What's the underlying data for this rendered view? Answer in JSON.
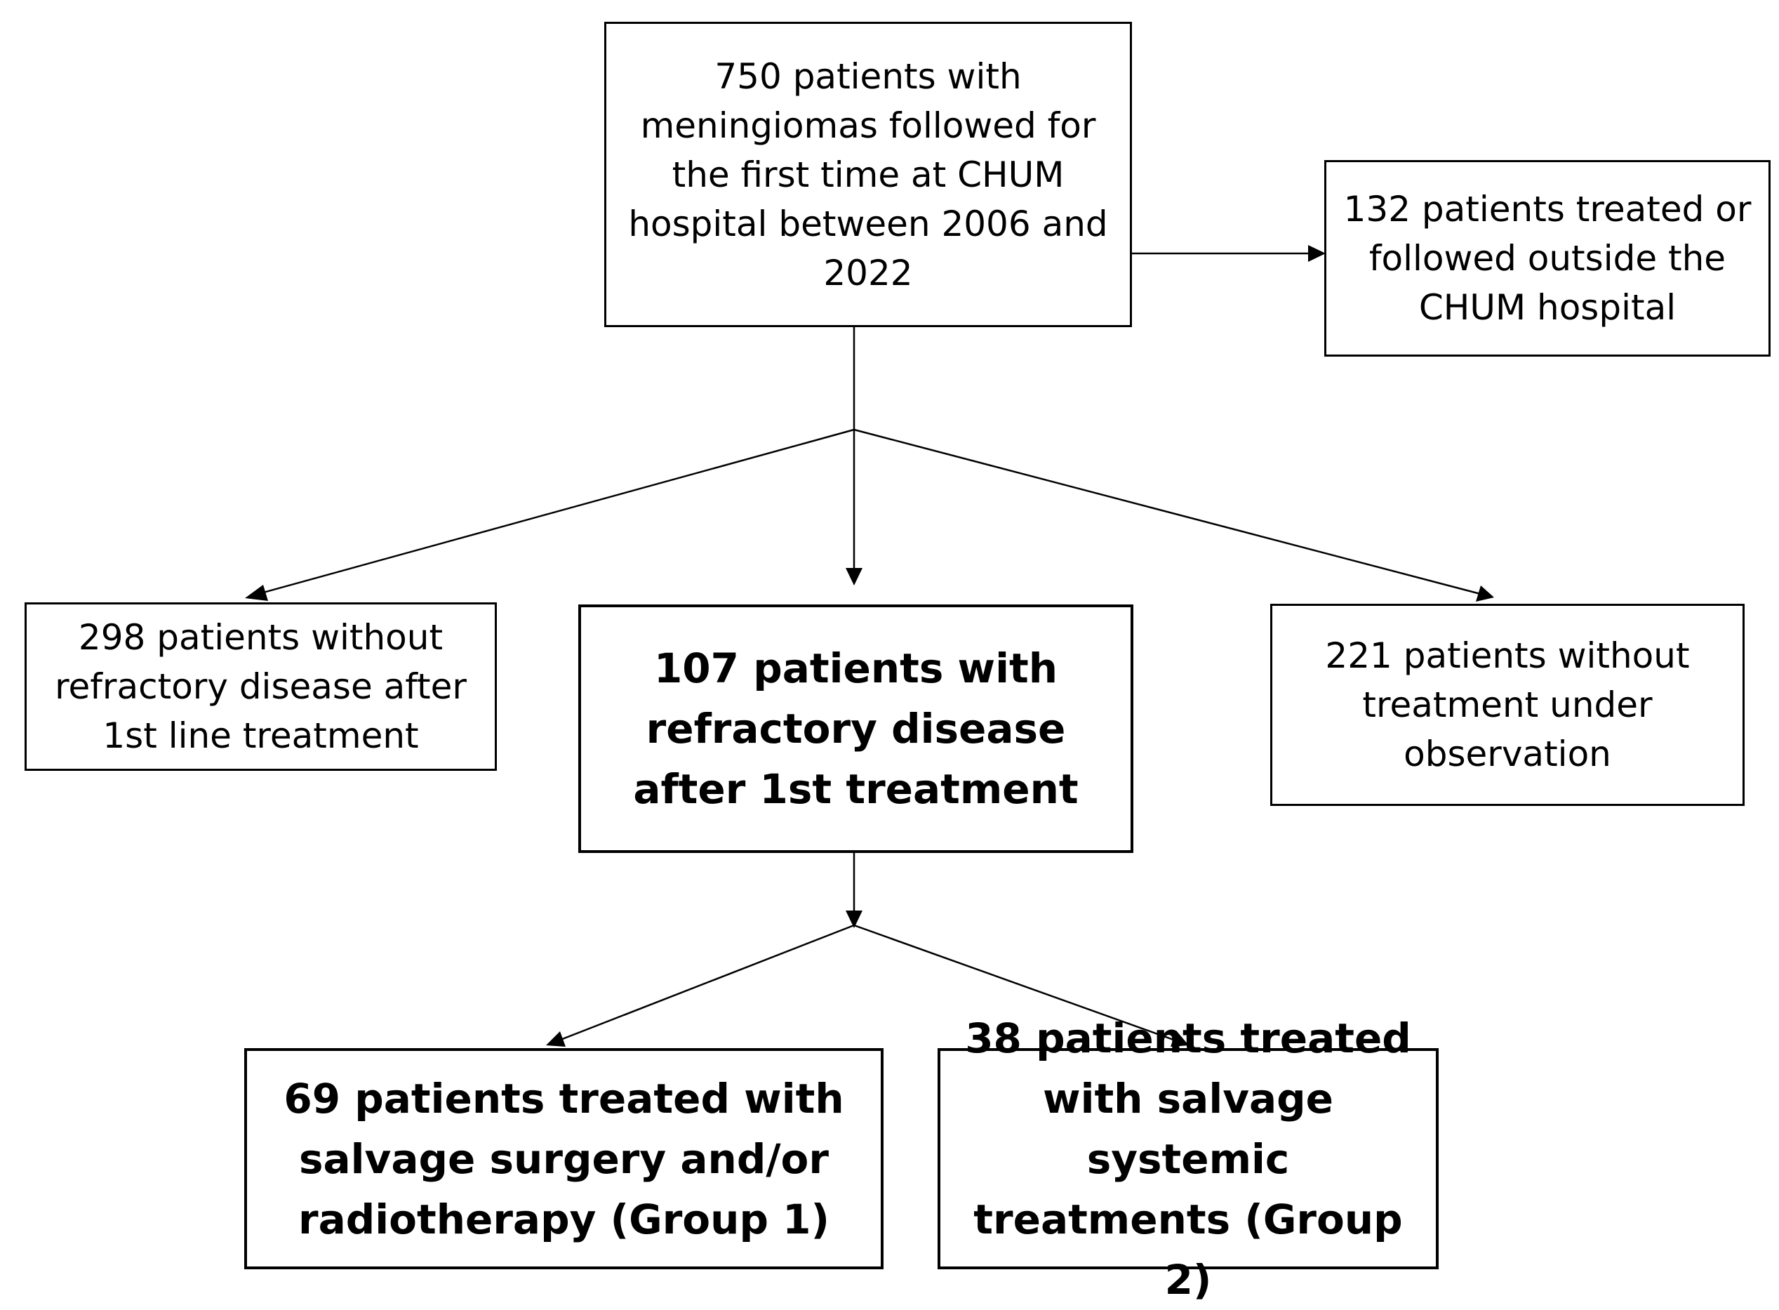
{
  "boxes": {
    "total": "750 patients with meningiomas followed for the first time at CHUM hospital between 2006 and 2022",
    "outside": "132 patients treated or followed outside the CHUM hospital",
    "non_refractory": "298 patients without refractory disease after 1st line treatment",
    "refractory": "107 patients with refractory disease after 1st treatment",
    "observation": "221 patients without treatment under observation",
    "group1": "69 patients treated with salvage surgery and/or radiotherapy (Group 1)",
    "group2": "38 patients treated with salvage systemic treatments (Group 2)"
  },
  "colors": {
    "line": "#000000",
    "border": "#000000",
    "background": "#ffffff",
    "text": "#000000"
  }
}
